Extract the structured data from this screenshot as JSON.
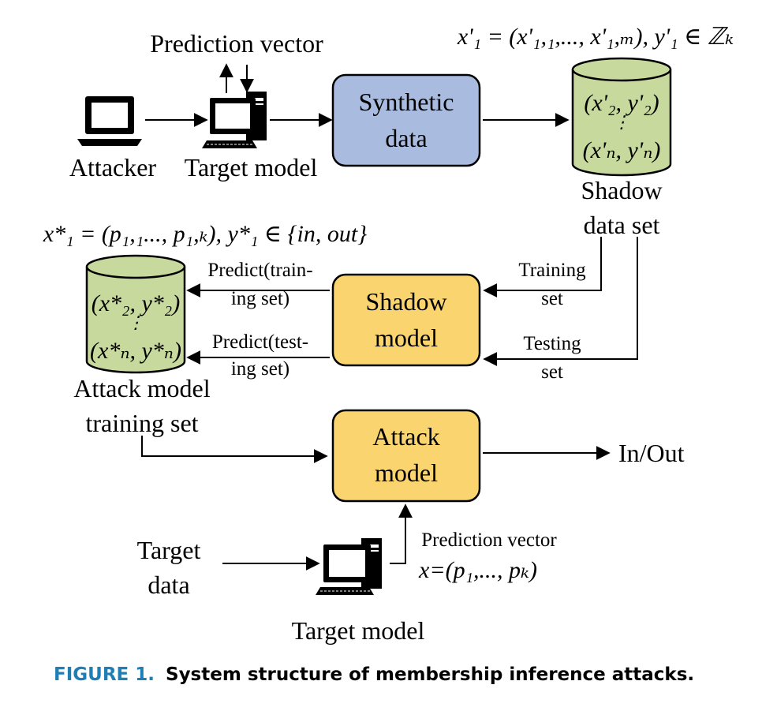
{
  "labels": {
    "prediction_vector_top": "Prediction vector",
    "attacker": "Attacker",
    "target_model_top": "Target model",
    "synthetic_line1": "Synthetic",
    "synthetic_line2": "data",
    "formula_top": "x'₁ = (x'₁,₁,..., x'₁,ₘ), y'₁ ∈ ℤₖ",
    "shadow_cyl_row1": "(x'₂, y'₂)",
    "shadow_cyl_row2": "(x'ₙ, y'ₙ)",
    "shadow_dataset_line1": "Shadow",
    "shadow_dataset_line2": "data set",
    "formula_mid": "x*₁ = (p₁,₁..., p₁,ₖ), y*₁ ∈ {in, out}",
    "attack_cyl_row1": "(x*₂, y*₂)",
    "attack_cyl_row2": "(x*ₙ, y*ₙ)",
    "predict_train_line1": "Predict(train-",
    "predict_train_line2": "ing set)",
    "predict_test_line1": "Predict(test-",
    "predict_test_line2": "ing set)",
    "shadow_model_line1": "Shadow",
    "shadow_model_line2": "model",
    "training_set_line1": "Training",
    "training_set_line2": "set",
    "testing_set_line1": "Testing",
    "testing_set_line2": "set",
    "attack_training_line1": "Attack model",
    "attack_training_line2": "training set",
    "attack_model_line1": "Attack",
    "attack_model_line2": "model",
    "in_out": "In/Out",
    "target_data_line1": "Target",
    "target_data_line2": "data",
    "prediction_vector_bottom": "Prediction vector",
    "formula_bottom": "x=(p₁,..., pₖ)",
    "target_model_bottom": "Target model"
  },
  "caption": {
    "number": "FIGURE 1.",
    "text": "System structure of membership inference attacks."
  },
  "colors": {
    "synthetic_box": "#a9bcdf",
    "model_box": "#fad46e",
    "cylinder": "#c7d99c",
    "caption_number": "#1f7fb5"
  },
  "icons": {
    "attacker": "laptop-icon",
    "target_model": "desktop-computer-icon"
  }
}
